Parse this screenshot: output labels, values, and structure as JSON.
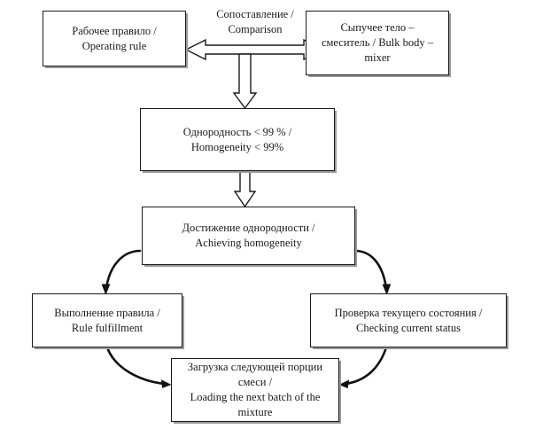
{
  "diagram": {
    "title_label": "Сопоставление /\nComparison",
    "nodes": {
      "operating_rule": "Рабочее правило /\nOperating rule",
      "bulk_body_mixer": "Сыпучее тело –\nсмеситель / Bulk body –\nmixer",
      "homogeneity_check": "Однородность < 99 % /\nHomogeneity < 99%",
      "achieving_homogeneity": "Достижение однородности /\nAchieving homogeneity",
      "rule_fulfillment": "Выполнение правила /\nRule fulfillment",
      "checking_current_status": "Проверка текущего состояния /\nChecking current status",
      "loading_next_batch": "Загрузка следующей порции\nсмеси /\nLoading the next batch of the\nmixture"
    },
    "colors": {
      "stroke": "#1a1a1a",
      "shadow": "#9a9a9a",
      "background": "#ffffff",
      "text": "#1a1a1a"
    }
  }
}
